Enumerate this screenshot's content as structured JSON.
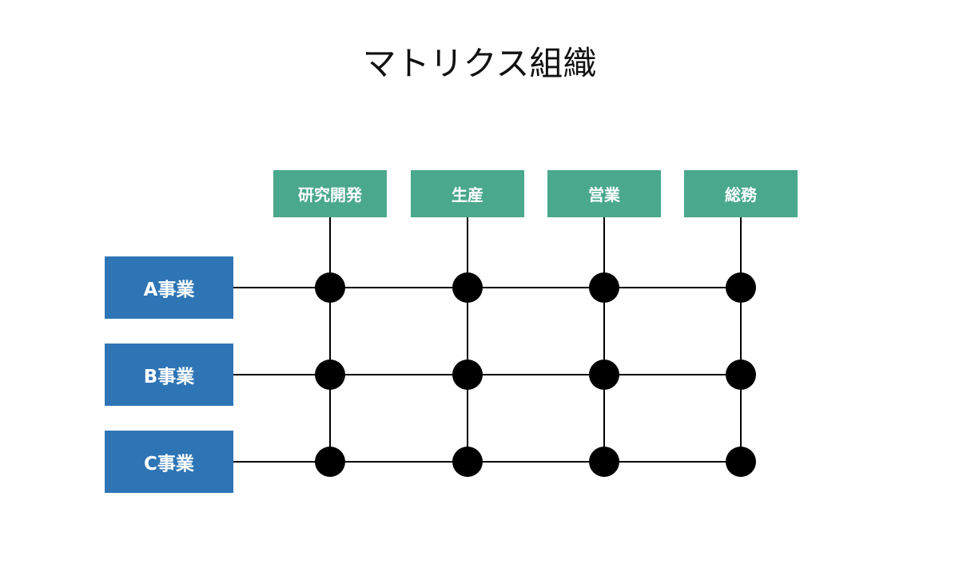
{
  "diagram": {
    "title": "マトリクス組織",
    "functions": [
      "研究開発",
      "生産",
      "営業",
      "総務"
    ],
    "businesses": [
      "A事業",
      "B事業",
      "C事業"
    ],
    "colors": {
      "function_box": "#4aa88c",
      "business_box": "#2e75b6",
      "line": "#000000",
      "node": "#000000"
    }
  }
}
